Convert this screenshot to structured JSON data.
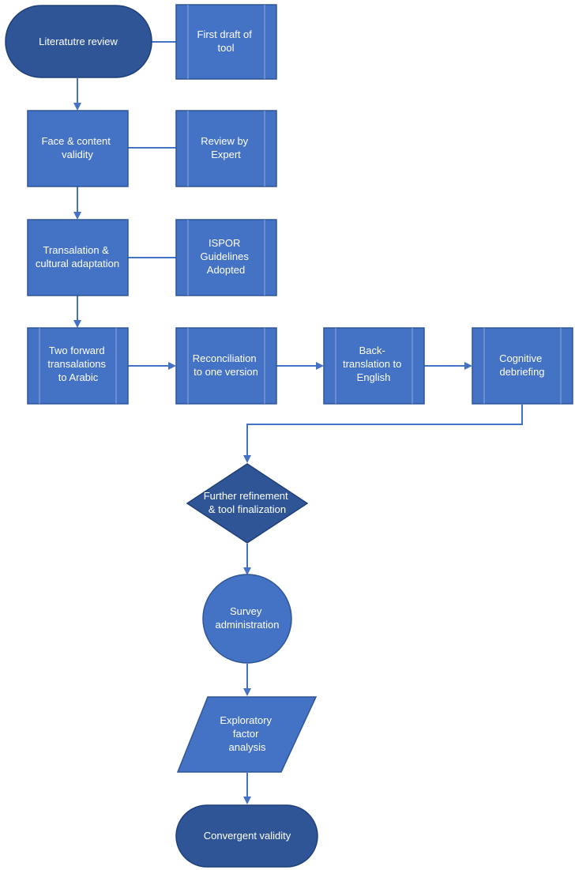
{
  "colors": {
    "node": "#4472c4",
    "terminal": "#2f5597",
    "connector": "#4472c4",
    "text": "#ffffff"
  },
  "nodes": {
    "lit_review": {
      "shape": "terminal",
      "lines": [
        "Literatutre review"
      ]
    },
    "first_draft": {
      "shape": "predefined-process",
      "lines": [
        "First draft of",
        "tool"
      ]
    },
    "face_content": {
      "shape": "process",
      "lines": [
        "Face & content",
        "validity"
      ]
    },
    "review_expert": {
      "shape": "predefined-process",
      "lines": [
        "Review by",
        "Expert"
      ]
    },
    "translation": {
      "shape": "process",
      "lines": [
        "Transalation &",
        "cultural adaptation"
      ]
    },
    "ispor": {
      "shape": "predefined-process",
      "lines": [
        "ISPOR",
        "Guidelines",
        "Adopted"
      ]
    },
    "forward": {
      "shape": "predefined-process",
      "lines": [
        "Two forward",
        "transalations",
        "to Arabic"
      ]
    },
    "reconciliation": {
      "shape": "predefined-process",
      "lines": [
        "Reconciliation",
        "to one version"
      ]
    },
    "back_translation": {
      "shape": "predefined-process",
      "lines": [
        "Back-",
        "translation to",
        "English"
      ]
    },
    "cognitive": {
      "shape": "predefined-process",
      "lines": [
        "Cognitive",
        "debriefing"
      ]
    },
    "refinement": {
      "shape": "decision",
      "lines": [
        "Further refinement",
        "& tool finalization"
      ]
    },
    "survey": {
      "shape": "connector-circle",
      "lines": [
        "Survey",
        "administration"
      ]
    },
    "efa": {
      "shape": "data",
      "lines": [
        "Exploratory",
        "factor",
        "analysis"
      ]
    },
    "convergent": {
      "shape": "terminal",
      "lines": [
        "Convergent validity"
      ]
    }
  },
  "edges": [
    {
      "from": "lit_review",
      "to": "first_draft",
      "arrow": false
    },
    {
      "from": "lit_review",
      "to": "face_content",
      "arrow": true
    },
    {
      "from": "face_content",
      "to": "review_expert",
      "arrow": false
    },
    {
      "from": "face_content",
      "to": "translation",
      "arrow": true
    },
    {
      "from": "translation",
      "to": "ispor",
      "arrow": false
    },
    {
      "from": "translation",
      "to": "forward",
      "arrow": true
    },
    {
      "from": "forward",
      "to": "reconciliation",
      "arrow": true
    },
    {
      "from": "reconciliation",
      "to": "back_translation",
      "arrow": true
    },
    {
      "from": "back_translation",
      "to": "cognitive",
      "arrow": true
    },
    {
      "from": "cognitive",
      "to": "refinement",
      "arrow": true
    },
    {
      "from": "refinement",
      "to": "survey",
      "arrow": true
    },
    {
      "from": "survey",
      "to": "efa",
      "arrow": true
    },
    {
      "from": "efa",
      "to": "convergent",
      "arrow": true
    }
  ]
}
